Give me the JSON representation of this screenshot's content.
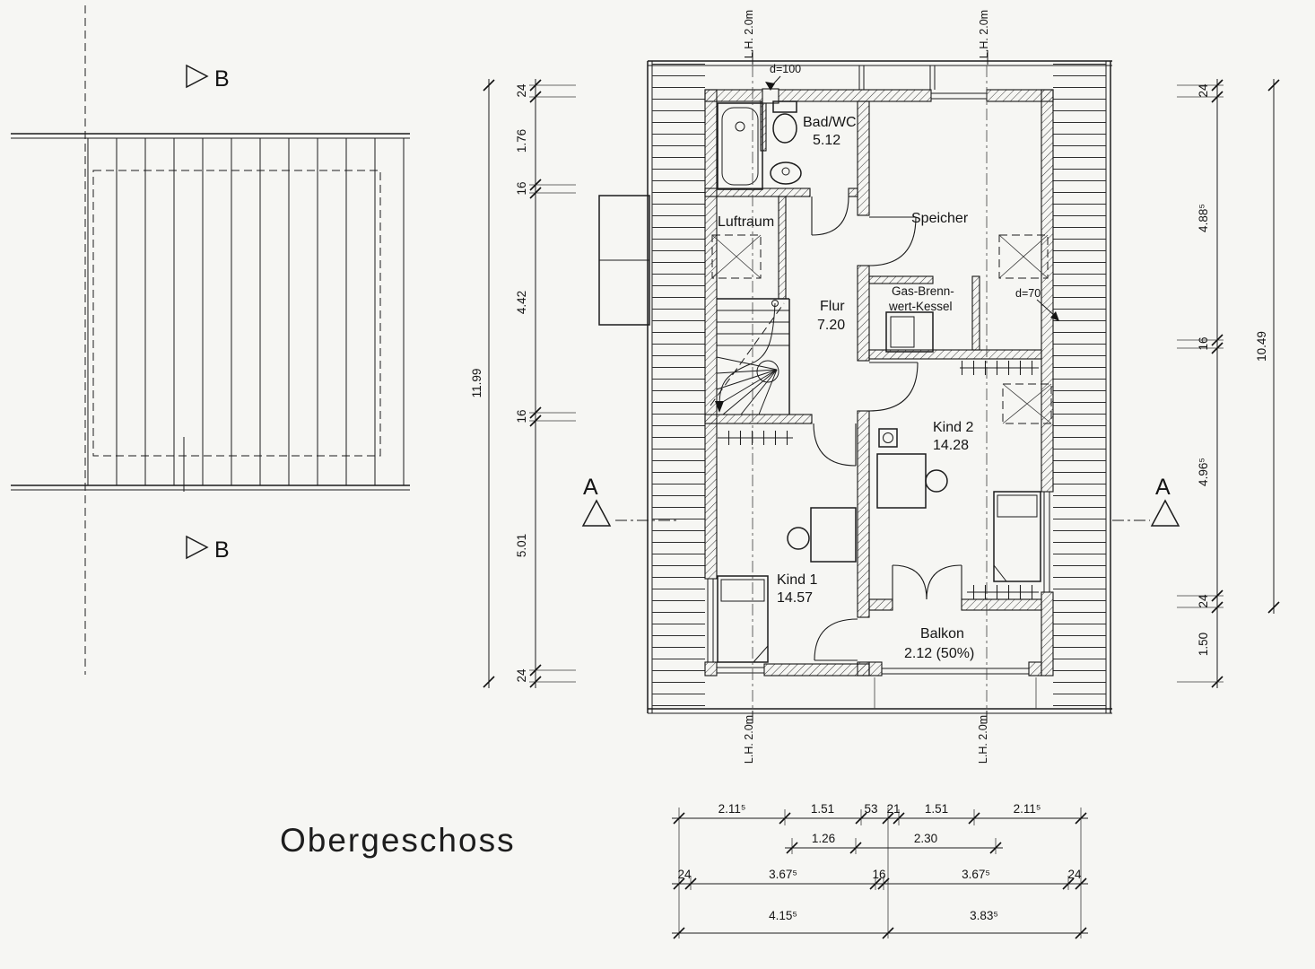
{
  "title": "Obergeschoss",
  "section_markers": {
    "a": "A",
    "b": "B"
  },
  "annotations": {
    "lh": "L.H. 2.0m",
    "d100": "d=100",
    "d70": "d=70"
  },
  "rooms": {
    "bad_wc_name": "Bad/WC",
    "bad_wc_area": "5.12",
    "speicher": "Speicher",
    "luftraum": "Luftraum",
    "flur_name": "Flur",
    "flur_area": "7.20",
    "kessel_line1": "Gas-Brenn-",
    "kessel_line2": "wert-Kessel",
    "kind2_name": "Kind 2",
    "kind2_area": "14.28",
    "kind1_name": "Kind 1",
    "kind1_area": "14.57",
    "balkon_name": "Balkon",
    "balkon_area": "2.12 (50%)"
  },
  "dims": {
    "left": [
      "24",
      "1.76",
      "16",
      "4.42",
      "16",
      "5.01",
      "24"
    ],
    "left_total": "11.99",
    "right": [
      "24",
      "4.88⁵",
      "16",
      "4.96⁵",
      "24",
      "1.50"
    ],
    "right_total": "10.49",
    "bottom1": [
      "2.11⁵",
      "1.51",
      "53",
      "21",
      "1.51",
      "2.11⁵"
    ],
    "bottom2": [
      "1.26",
      "2.30"
    ],
    "bottom3": [
      "24",
      "3.67⁵",
      "16",
      "3.67⁵",
      "24"
    ],
    "bottom4": [
      "4.15⁵",
      "3.83⁵"
    ]
  }
}
